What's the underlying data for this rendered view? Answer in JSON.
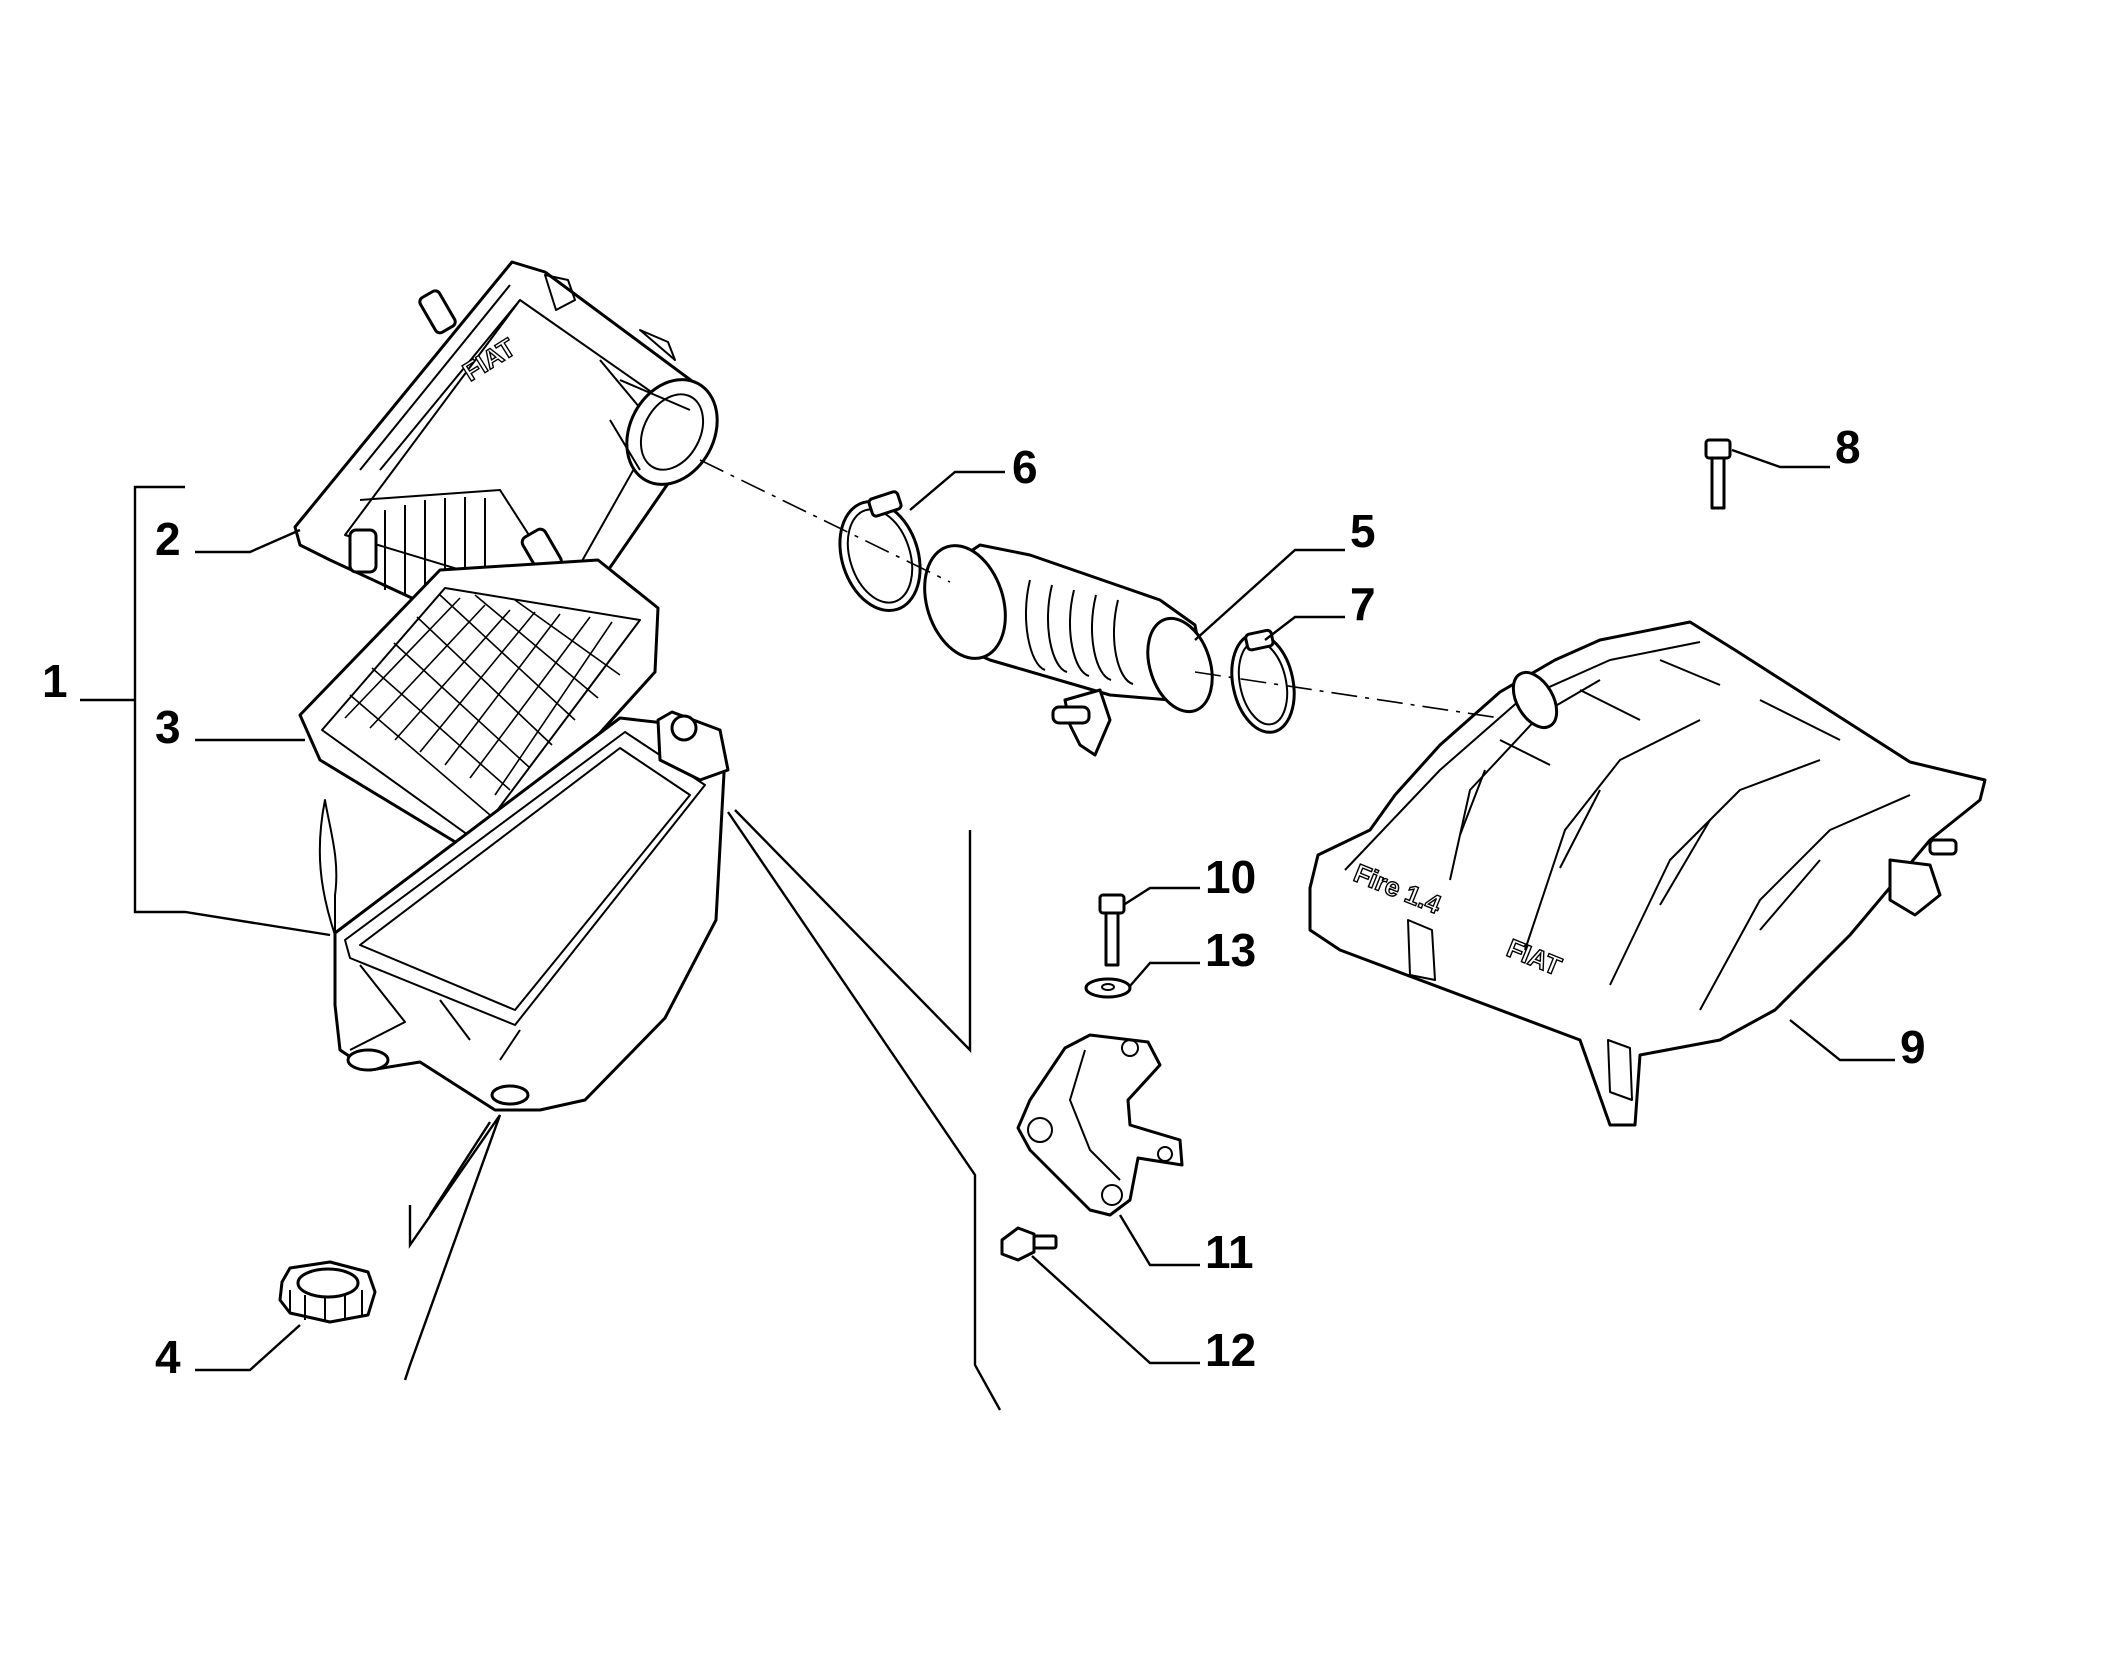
{
  "callouts": [
    "1",
    "2",
    "3",
    "4",
    "5",
    "6",
    "7",
    "8",
    "9",
    "10",
    "11",
    "12",
    "13"
  ],
  "markings": {
    "brand": "FIAT",
    "engine_label": "Fire 1.4"
  }
}
